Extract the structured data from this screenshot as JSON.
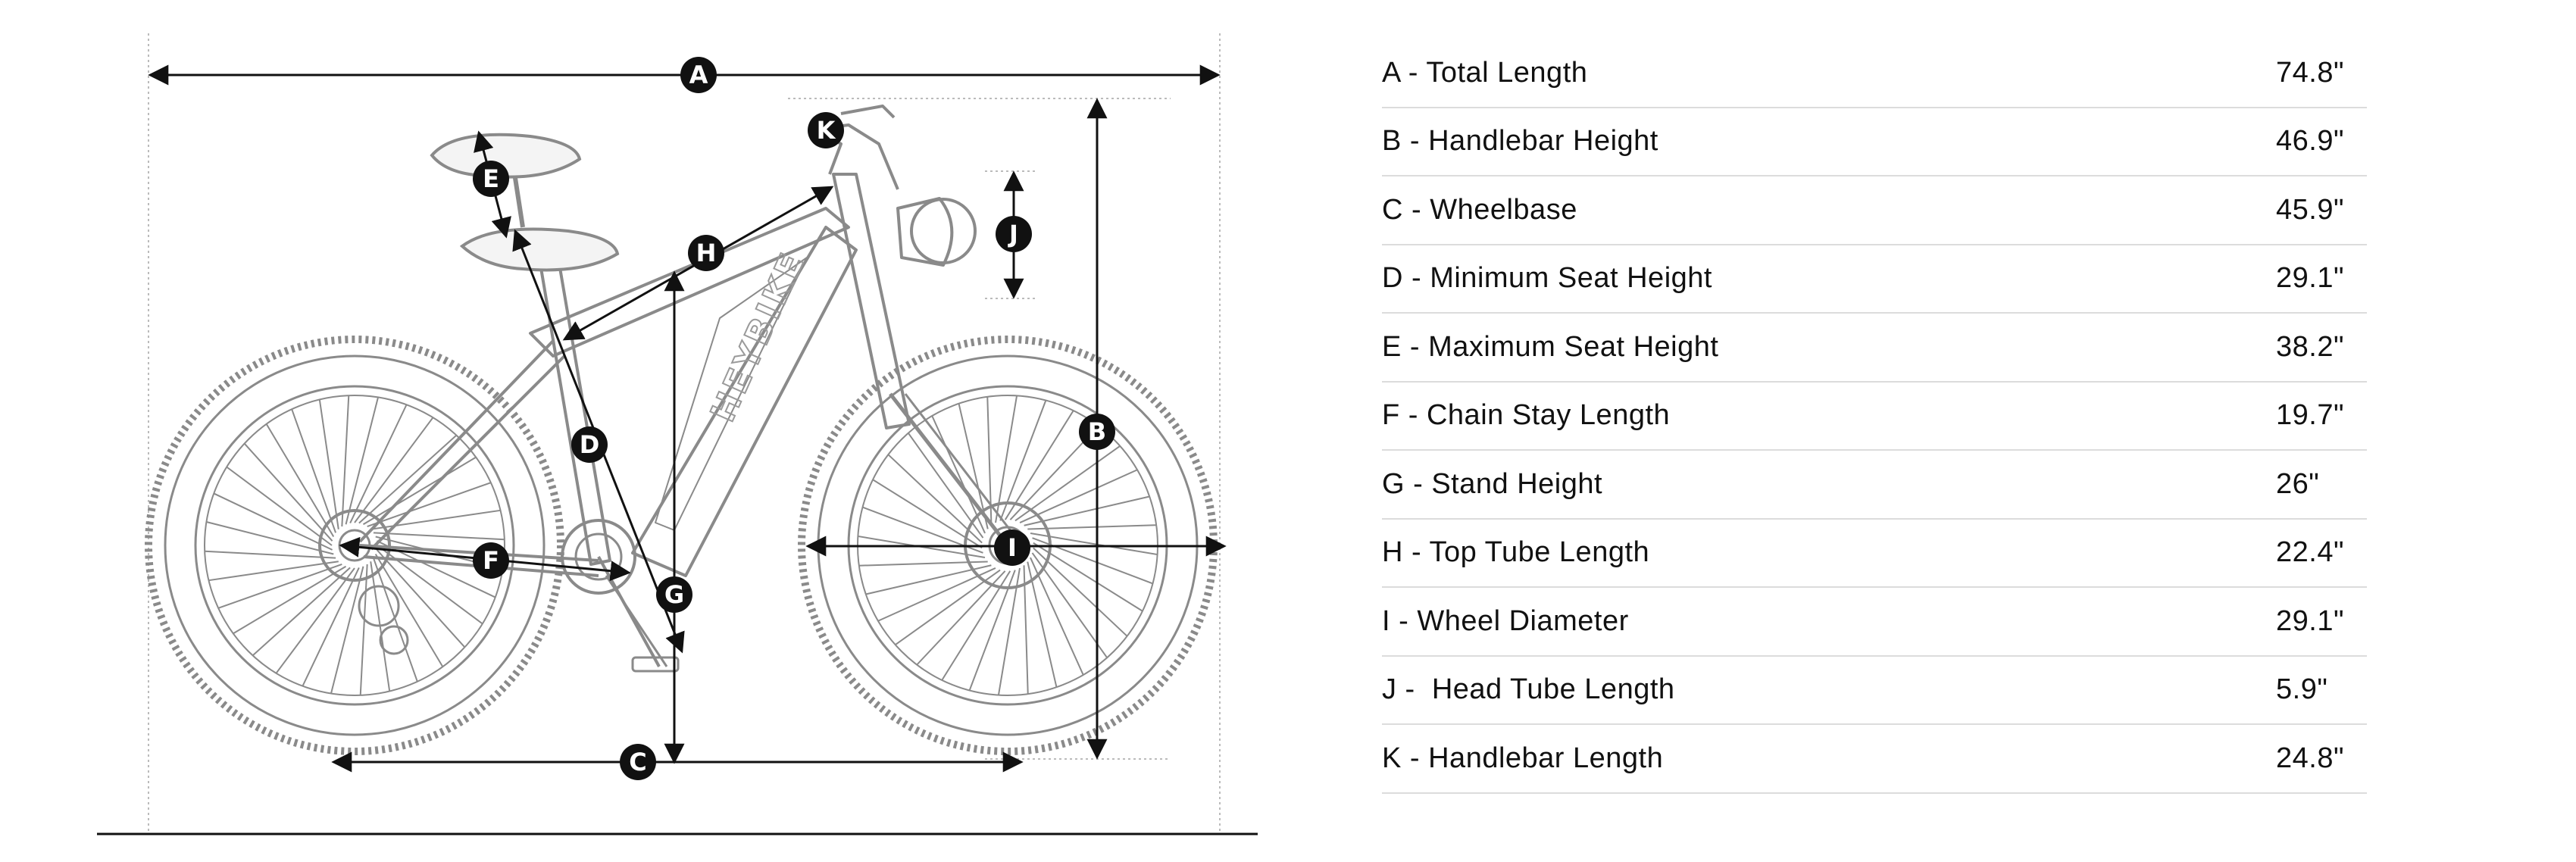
{
  "markers": [
    "A",
    "B",
    "C",
    "D",
    "E",
    "F",
    "G",
    "H",
    "I",
    "J",
    "K"
  ],
  "specs": [
    {
      "label": "A - Total Length",
      "value": "74.8\""
    },
    {
      "label": "B - Handlebar Height",
      "value": "46.9\""
    },
    {
      "label": "C - Wheelbase",
      "value": "45.9\""
    },
    {
      "label": "D - Minimum Seat Height",
      "value": "29.1\""
    },
    {
      "label": "E - Maximum Seat Height",
      "value": "38.2\""
    },
    {
      "label": "F - Chain Stay Length",
      "value": "19.7\""
    },
    {
      "label": "G - Stand Height",
      "value": "26\""
    },
    {
      "label": "H - Top Tube Length",
      "value": "22.4\""
    },
    {
      "label": "I - Wheel Diameter",
      "value": "29.1\""
    },
    {
      "label": "J -  Head Tube Length",
      "value": "5.9\""
    },
    {
      "label": "K - Handlebar Length",
      "value": "24.8\""
    }
  ],
  "frame_lettering": "HEYBIKE",
  "colors": {
    "line": "#111111",
    "sketch": "#8a8a8a",
    "divider": "#dcdcdc"
  }
}
